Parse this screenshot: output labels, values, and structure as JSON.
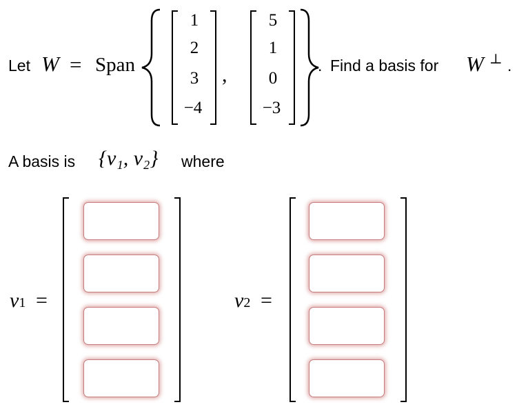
{
  "problem": {
    "let": "Let",
    "W": "W",
    "equals": "=",
    "span": "Span",
    "comma": ",",
    "period": ".",
    "find": "Find a basis for",
    "W2": "W",
    "perp": "⊥",
    "period2": ".",
    "vector1": [
      "1",
      "2",
      "3",
      "−4"
    ],
    "vector2": [
      "5",
      "1",
      "0",
      "−3"
    ]
  },
  "basis": {
    "prefix": "A basis is",
    "set": "{v₁, v₂}",
    "suffix": "where"
  },
  "answer": {
    "v1_label": "v",
    "v1_sub": "1",
    "v2_label": "v",
    "v2_sub": "2",
    "equals": "=",
    "v1_values": [
      "",
      "",
      "",
      ""
    ],
    "v2_values": [
      "",
      "",
      "",
      ""
    ]
  },
  "colors": {
    "input_border": "#c77b7b",
    "input_glow": "#e3a3a3"
  }
}
